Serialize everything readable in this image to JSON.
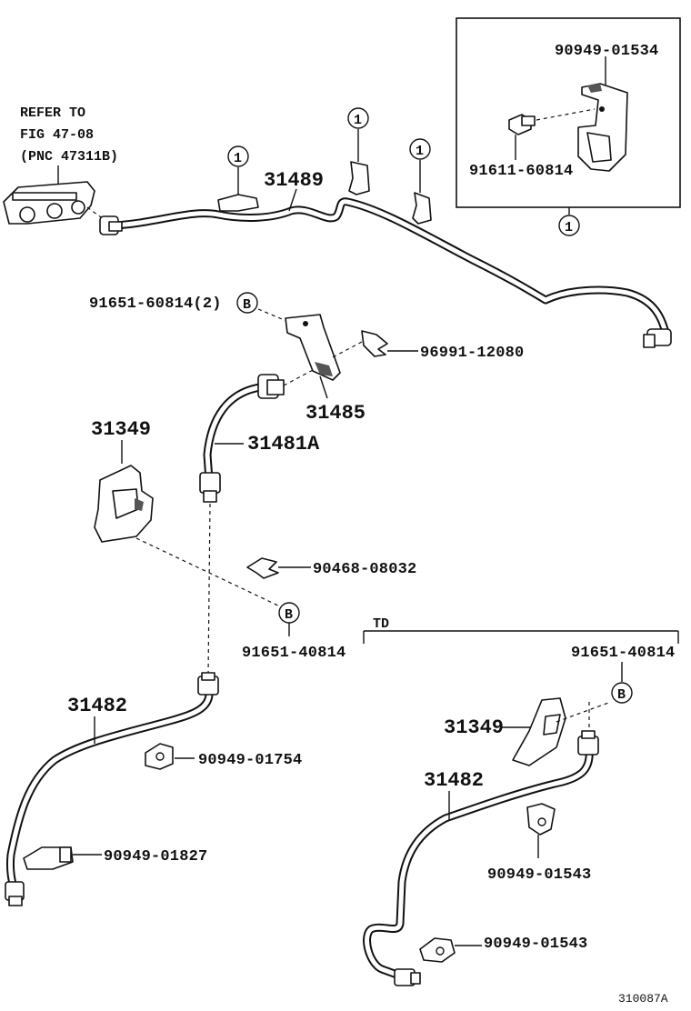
{
  "refer": {
    "line1": "REFER TO",
    "line2": "FIG 47-08",
    "line3": "(PNC 47311B)"
  },
  "callout_symbol": "1",
  "ref_marker": "B",
  "inset": {
    "clamp_label": "90949-01534",
    "bolt_label": "91611-60814"
  },
  "labels": {
    "pipe_main": "31489",
    "bolt_b2": "91651-60814(2)",
    "clip_top": "96991-12080",
    "bracket": "31485",
    "hose": "31481A",
    "shield_left": "31349",
    "clip_mid": "90468-08032",
    "bolt_b_left": "91651-40814",
    "pipe_left": "31482",
    "clamp_left1": "90949-01754",
    "clamp_left2": "90949-01827"
  },
  "td": {
    "title": "TD",
    "bolt_b": "91651-40814",
    "shield": "31349",
    "pipe": "31482",
    "clamp1": "90949-01543",
    "clamp2": "90949-01543"
  },
  "footer_code": "310087A"
}
